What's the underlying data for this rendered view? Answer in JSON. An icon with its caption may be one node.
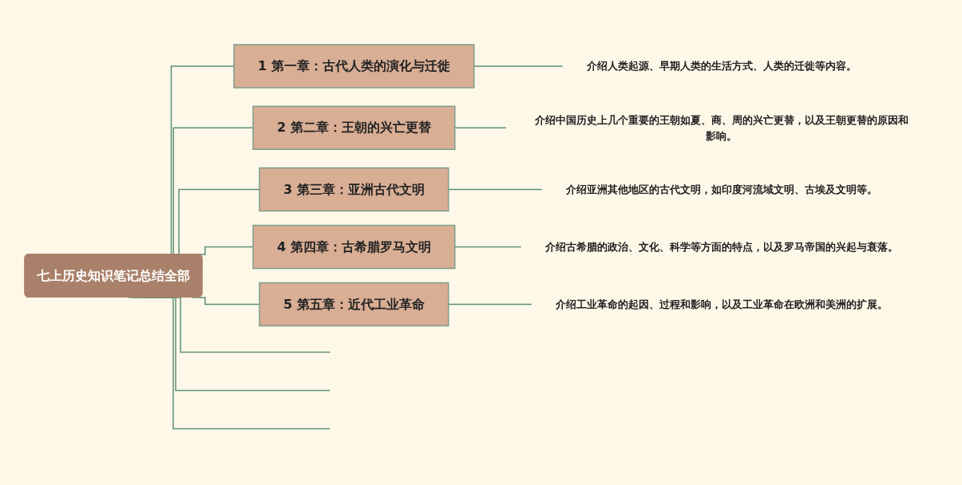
{
  "diagram": {
    "nodes": [
      {
        "text": [
          "七上历史知识笔记总结全部"
        ]
      },
      {
        "text": [
          "1",
          "第一章：古代人类的演化与迁徙"
        ]
      },
      {
        "text": [
          "2",
          "第二章：王朝的兴亡更替"
        ]
      },
      {
        "text": [
          "3",
          "第三章：亚洲古代文明"
        ]
      },
      {
        "text": [
          "4",
          "第四章：古希腊罗马文明"
        ]
      },
      {
        "text": [
          "5",
          "第五章：近代工业革命"
        ]
      },
      {
        "text": [
          "介绍人类起源、早期人类的生活方式、人类的迁徙等内容。"
        ]
      },
      {
        "text": [
          "介绍中国历史上几个重要的王朝如夏、商、周的兴亡更替，以及王朝更替的原因和影响。"
        ]
      },
      {
        "text": [
          "介绍亚洲其他地区的古代文明，如印度河流域文明、古埃及文明等。"
        ]
      },
      {
        "text": [
          "介绍古希腊的政治、文化、科学等方面的特点，以及罗马帝国的兴起与衰落。"
        ]
      },
      {
        "text": [
          "介绍工业革命的起因、过程和影响，以及工业革命在欧洲和美洲的扩展。"
        ]
      }
    ],
    "edges": [
      {
        "from": 0,
        "to": 1,
        "arrow": "none"
      },
      {
        "from": 0,
        "to": 2,
        "arrow": "none"
      },
      {
        "from": 0,
        "to": 3,
        "arrow": "none"
      },
      {
        "from": 0,
        "to": 4,
        "arrow": "none"
      },
      {
        "from": 0,
        "to": 5,
        "arrow": "none"
      },
      {
        "from": 0,
        "to": null,
        "arrow": "none"
      },
      {
        "from": 0,
        "to": null,
        "arrow": "none"
      },
      {
        "from": 0,
        "to": null,
        "arrow": "none"
      },
      {
        "from": 1,
        "to": 6,
        "arrow": "none"
      },
      {
        "from": 2,
        "to": 7,
        "arrow": "none"
      },
      {
        "from": 3,
        "to": 8,
        "arrow": "none"
      },
      {
        "from": 4,
        "to": 9,
        "arrow": "none"
      },
      {
        "from": 5,
        "to": 10,
        "arrow": "none"
      }
    ]
  }
}
